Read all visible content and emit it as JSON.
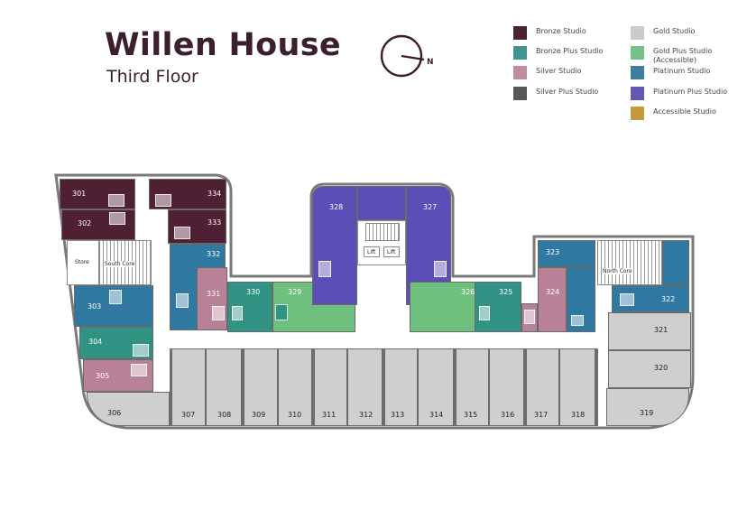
{
  "header": {
    "title": "Willen House",
    "subtitle": "Third Floor",
    "compass_label": "N"
  },
  "legend": [
    {
      "label": "Bronze Studio",
      "color": "#4a2233"
    },
    {
      "label": "Bronze Plus Studio",
      "color": "#3e9591"
    },
    {
      "label": "Silver Studio",
      "color": "#c08c9f"
    },
    {
      "label": "Silver Plus Studio",
      "color": "#58585c"
    },
    {
      "label": "Gold Studio",
      "color": "#cbcbcd"
    },
    {
      "label": "Gold Plus Studio (Accessible)",
      "color": "#76c189"
    },
    {
      "label": "Platinum Studio",
      "color": "#3e7f9e"
    },
    {
      "label": "Platinum Plus Studio",
      "color": "#6157b4"
    },
    {
      "label": "Accessible Studio",
      "color": "#c39b3e"
    }
  ],
  "colors": {
    "bronze": "#4f1f33",
    "bronze_plus": "#2f9282",
    "silver": "#b98197",
    "gold": "#cfcfd2",
    "gold_plus": "#6fbf7e",
    "platinum": "#2f78a2",
    "platinum_plus": "#5b4eb6",
    "wall": "#6d6d6d"
  },
  "cores": {
    "store": "Store",
    "south_core": "South Core",
    "north_core": "North Core",
    "lift_1": "Lift",
    "lift_2": "Lift"
  },
  "rooms": [
    {
      "number": "301",
      "type": "Bronze Studio"
    },
    {
      "number": "302",
      "type": "Bronze Studio"
    },
    {
      "number": "303",
      "type": "Platinum Studio"
    },
    {
      "number": "304",
      "type": "Bronze Plus Studio"
    },
    {
      "number": "305",
      "type": "Silver Studio"
    },
    {
      "number": "306",
      "type": "Gold Studio"
    },
    {
      "number": "307",
      "type": "Gold Studio"
    },
    {
      "number": "308",
      "type": "Gold Studio"
    },
    {
      "number": "309",
      "type": "Gold Studio"
    },
    {
      "number": "310",
      "type": "Gold Studio"
    },
    {
      "number": "311",
      "type": "Gold Studio"
    },
    {
      "number": "312",
      "type": "Gold Studio"
    },
    {
      "number": "313",
      "type": "Gold Studio"
    },
    {
      "number": "314",
      "type": "Gold Studio"
    },
    {
      "number": "315",
      "type": "Gold Studio"
    },
    {
      "number": "316",
      "type": "Gold Studio"
    },
    {
      "number": "317",
      "type": "Gold Studio"
    },
    {
      "number": "318",
      "type": "Gold Studio"
    },
    {
      "number": "319",
      "type": "Gold Studio"
    },
    {
      "number": "320",
      "type": "Gold Studio"
    },
    {
      "number": "321",
      "type": "Gold Studio"
    },
    {
      "number": "322",
      "type": "Platinum Studio"
    },
    {
      "number": "323",
      "type": "Platinum Studio"
    },
    {
      "number": "324",
      "type": "Silver Studio"
    },
    {
      "number": "325",
      "type": "Bronze Plus Studio"
    },
    {
      "number": "326",
      "type": "Gold Plus Studio (Accessible)"
    },
    {
      "number": "327",
      "type": "Platinum Plus Studio"
    },
    {
      "number": "328",
      "type": "Platinum Plus Studio"
    },
    {
      "number": "329",
      "type": "Gold Plus Studio (Accessible)"
    },
    {
      "number": "330",
      "type": "Bronze Plus Studio"
    },
    {
      "number": "331",
      "type": "Silver Studio"
    },
    {
      "number": "332",
      "type": "Platinum Studio"
    },
    {
      "number": "333",
      "type": "Bronze Studio"
    },
    {
      "number": "334",
      "type": "Bronze Studio"
    }
  ]
}
